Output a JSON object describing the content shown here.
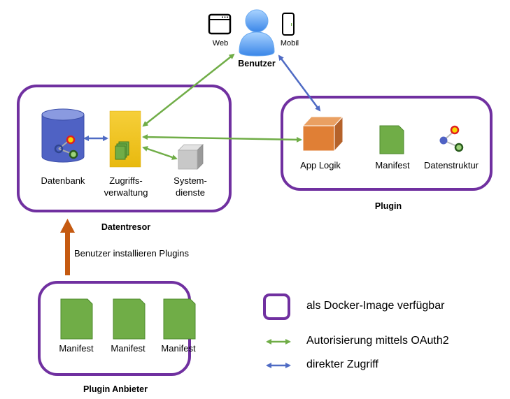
{
  "user": {
    "label": "Benutzer",
    "clients": [
      {
        "label": "Web",
        "icon": "browser-window-icon"
      },
      {
        "label": "Mobil",
        "icon": "smartphone-icon"
      }
    ]
  },
  "containers": {
    "datentresor": {
      "title": "Datentresor",
      "components": [
        {
          "label": "Datenbank",
          "icon": "database-icon"
        },
        {
          "label_line1": "Zugriffs-",
          "label_line2": "verwaltung",
          "icon": "access-control-icon"
        },
        {
          "label_line1": "System-",
          "label_line2": "dienste",
          "icon": "system-services-cube-icon"
        }
      ]
    },
    "plugin": {
      "title": "Plugin",
      "components": [
        {
          "label": "App Logik",
          "icon": "app-logic-cube-icon"
        },
        {
          "label": "Manifest",
          "icon": "manifest-document-icon"
        },
        {
          "label": "Datenstruktur",
          "icon": "data-structure-graph-icon"
        }
      ]
    },
    "plugin_anbieter": {
      "title": "Plugin Anbieter",
      "components": [
        {
          "label": "Manifest",
          "icon": "manifest-document-icon"
        },
        {
          "label": "Manifest",
          "icon": "manifest-document-icon"
        },
        {
          "label": "Manifest",
          "icon": "manifest-document-icon"
        }
      ]
    }
  },
  "install_arrow": {
    "label": "Benutzer installieren Plugins"
  },
  "legend": {
    "items": [
      {
        "label": "als Docker-Image verfügbar",
        "symbol": "purple-rounded-box"
      },
      {
        "label": "Autorisierung mittels OAuth2",
        "symbol": "green-double-arrow"
      },
      {
        "label": "direkter Zugriff",
        "symbol": "blue-double-arrow"
      }
    ]
  },
  "colors": {
    "container_border": "#7030a0",
    "oauth_arrow": "#70ad47",
    "direct_arrow": "#4f6bc4",
    "install_arrow": "#c55a11",
    "manifest_fill": "#70ad47",
    "database_fill": "#4f62c4",
    "access_fill": "#f2c811",
    "app_logic_fill": "#e07f35"
  }
}
